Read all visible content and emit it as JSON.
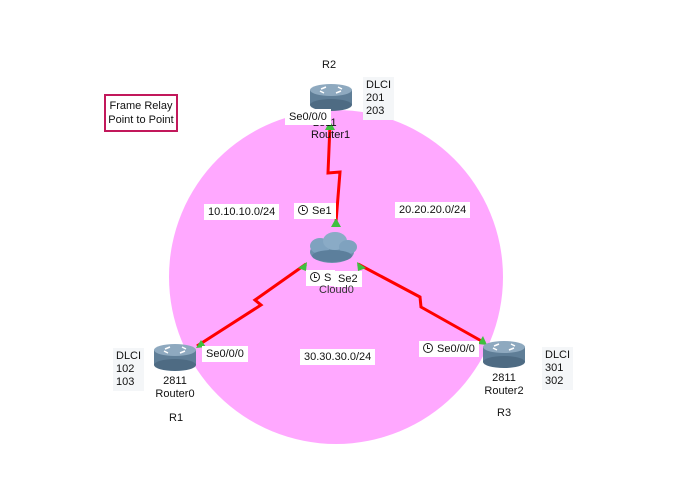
{
  "note": {
    "line1": "Frame Relay",
    "line2": "Point to Point"
  },
  "subnets": {
    "r1_r2": "10.10.10.0/24",
    "r2_r3": "20.20.20.0/24",
    "r1_r3": "30.30.30.0/24"
  },
  "routers": {
    "r2": {
      "name": "R2",
      "model": "2811",
      "label": "Router1",
      "interface": "Se0/0/0",
      "dlci_title": "DLCI",
      "dlci": [
        "201",
        "203"
      ]
    },
    "r1": {
      "name": "R1",
      "model": "2811",
      "label": "Router0",
      "interface": "Se0/0/0",
      "dlci_title": "DLCI",
      "dlci": [
        "102",
        "103"
      ]
    },
    "r3": {
      "name": "R3",
      "model": "2811",
      "label": "Router2",
      "interface": "Se0/0/0",
      "dlci_title": "DLCI",
      "dlci": [
        "301",
        "302"
      ]
    }
  },
  "cloud": {
    "port_top": "Se1",
    "port_left": "S",
    "port_right": "Se2",
    "label": "Cloud0"
  },
  "colors": {
    "zone": "#ffa8ff",
    "link": "#ff0000",
    "endpoint": "#3fbf3f",
    "note_border": "#c2185b"
  }
}
